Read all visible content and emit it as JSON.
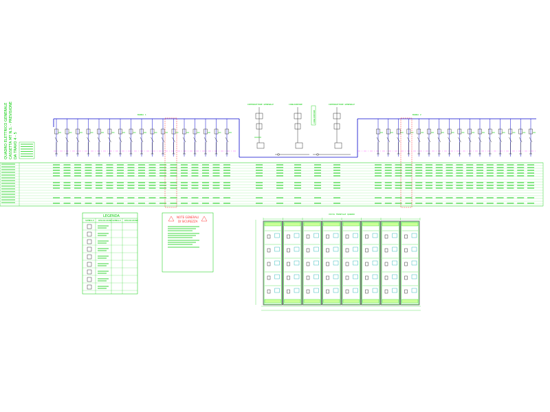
{
  "drawing": {
    "vertical_title_lines": [
      "QUADRO ELETTRICO GENERALE",
      "CASSETTA MT N.S. - PREVISIONE",
      "DA TRAVO 4 - 5"
    ],
    "colors": {
      "lines": "#00cc00",
      "busbar": "#0000cc",
      "highlight": "#ff3333",
      "symbol": "#000000"
    }
  },
  "schematic": {
    "left_busbar_label": "BARRA 1",
    "right_busbar_label": "BARRA 2",
    "left_feeder_count": 17,
    "right_feeder_count": 16,
    "center_feeders": [
      {
        "title": "INTERRUTTORE GENERALE"
      },
      {
        "title": "CONGIUNTORE"
      },
      {
        "title": "INTERRUTTORE GENERALE"
      }
    ],
    "center_vertical_tag": "CONGIUNTORE"
  },
  "legend": {
    "title": "LEGENDA",
    "headers": [
      "SIMBOLO",
      "DESCRIZIONE",
      "SIMBOLO",
      "DESCRIZIONE"
    ],
    "row_count": 9
  },
  "notes": {
    "title_line1": "NOTE GENERALI",
    "title_line2": "DI SICUREZZA"
  },
  "elevation": {
    "title": "VISTA FRONTALE QUADRO",
    "cabinet_count": 8
  }
}
